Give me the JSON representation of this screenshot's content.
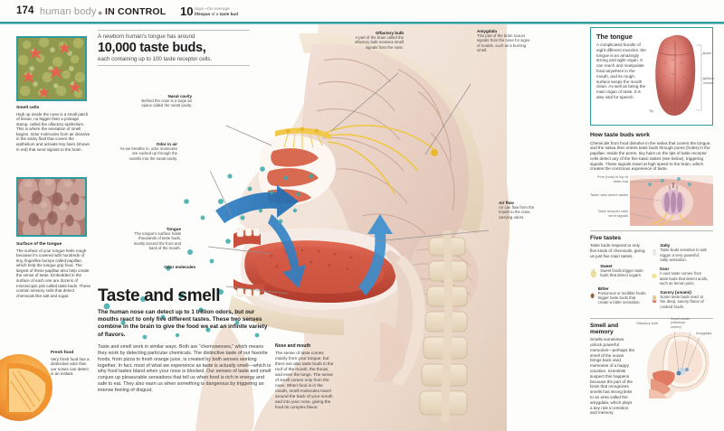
{
  "header": {
    "folio": "174",
    "section": "human body",
    "bullet": "●",
    "subsection": "IN CONTROL",
    "fact_number": "10",
    "fact_line1": "days—the average",
    "fact_line2_a": "lifespan",
    "fact_line2_b": "of a",
    "fact_line2_c": "taste bud"
  },
  "left_column": {
    "photo1": {
      "name": "smell-cells-micrograph",
      "alt": "Micrograph of olfactory epithelium with red hair cells"
    },
    "caption1": {
      "title": "Smell cells",
      "text": "High up inside the nose is a small patch of tissue, no bigger than a postage stamp, called the olfactory epithelium. This is where the sensation of smell begins. Odor molecules from air dissolve in the sticky fluid that covers the epithelium and activate tiny hairs (shown in red) that send signals to the brain."
    },
    "photo2": {
      "name": "tongue-surface-micrograph",
      "alt": "Micrograph of papillae on tongue surface"
    },
    "caption2": {
      "title": "Surface of the tongue",
      "text": "The surface of your tongue feels rough because it's covered with hundreds of tiny, fingerlike bumps called papillae, which help the tongue grip food. The largest of these papillae also help create the sense of taste. Embedded in the surface of each one are dozens of microscopic pits called taste buds. These contain sensory cells that detect chemicals like salt and sugar."
    },
    "caption3": {
      "title": "Fresh food",
      "text": "Very fresh food has a distinctive odor that our noses can detect in an instant."
    }
  },
  "fact_panel": {
    "line1": "A newborn human's tongue has around",
    "big": "10,000 taste buds,",
    "line3": "each containing up to 100 taste receptor cells."
  },
  "diagram_callouts": [
    {
      "id": "olfactory-bulb",
      "title": "Olfactory bulb",
      "text": "A part of the brain called the olfactory bulb receives smell signals from the nose."
    },
    {
      "id": "nasal-cavity",
      "title": "Nasal cavity",
      "text": "Behind the nose is a large air space called the nasal cavity."
    },
    {
      "id": "odor-in-air",
      "title": "Odor in air",
      "text": "As we breathe in, odor molecules are sucked up through the nostrils into the nasal cavity."
    },
    {
      "id": "tongue",
      "title": "Tongue",
      "text": "The tongue's surface holds thousands of taste buds, mostly around the front and back of the mouth."
    },
    {
      "id": "odor-molecules",
      "title": "Odor molecules",
      "text": ""
    },
    {
      "id": "amygdala",
      "title": "Amygdala",
      "text": "This part of the brain scours signals from the nose for signs of trouble, such as a burning smell."
    },
    {
      "id": "air-flow",
      "title": "Air flow",
      "text": "Air can flow from the mouth to the nose, carrying odors."
    }
  ],
  "article": {
    "title": "Taste and smell",
    "standfirst": "The human nose can detect up to 1 trillion odors, but our mouths react to only five different tastes. These two senses combine in the brain to give the food we eat an infinite variety of flavors.",
    "body": "Taste and smell work in similar ways. Both are “chemosenses,” which means they work by detecting particular chemicals. The distinctive taste of our favorite foods, from pizza to fresh orange juice, is created by both senses working together. In fact, most of what we experience as taste is actually smell—which is why food tastes bland when your nose is blocked. Our senses of taste and smell conjure up pleasurable sensations that tell us when food is rich in energy and safe to eat. They also warn us when something is dangerous by triggering an intense feeling of disgust."
  },
  "nose_and_mouth": {
    "title": "Nose and mouth",
    "text": "The sense of taste comes mainly from your tongue, but there are also taste buds in the roof of the mouth, the throat, and even the lungs. The sense of smell comes only from the nose. When food is in the mouth, smell molecules travel around the back of your mouth and into your nose, giving the food its complex flavor."
  },
  "rail": {
    "tongue_box": {
      "title": "The tongue",
      "text": "A complicated bundle of eight different muscles, the tongue is an amazingly strong and agile organ. It can reach and manipulate food anywhere in the mouth, and its rough surface keeps the mouth clean. As well as being the main organ of taste, it is also vital for speech.",
      "figure_labels": [
        "Base",
        "Midline crease",
        "Tip"
      ]
    },
    "taste_buds": {
      "title": "How taste buds work",
      "text": "Chemicals from food dissolve in the saliva that covers the tongue, and the saliva then enters taste buds through pores (holes) in the papillae. Inside the pores, tiny hairs on the tips of taste receptor cells detect any of the five basic tastes (see below), triggering signals. These signals travel at high speed to the brain, which creates the conscious experience of taste.",
      "figure_labels": [
        "Pore (hole) in top of taste bud",
        "Taste hairs detect tastes",
        "Taste receptor cells send signals"
      ]
    },
    "five_tastes": {
      "title": "Five tastes",
      "intro": "Taste buds respond to only five kinds of chemicals, giving us just five main tastes.",
      "items": [
        {
          "name": "Sweet",
          "icon": "pear-icon",
          "text": "Sweet foods trigger taste buds that detect sugars."
        },
        {
          "name": "Salty",
          "icon": "salt-shaker-icon",
          "text": "Taste buds sensitive to salt trigger a very powerful, salty sensation."
        },
        {
          "name": "Bitter",
          "icon": "coffee-bean-icon",
          "text": "Poisonous or inedible foods trigger taste buds that create a bitter sensation."
        },
        {
          "name": "Sour",
          "icon": "lemon-icon",
          "text": "A sour taste comes from taste buds that detect acids, such as lemon juice."
        },
        {
          "name": "Savory (umami)",
          "icon": "fries-icon",
          "text": "Some taste buds react to the deep, savory flavor of cooked foods."
        }
      ]
    },
    "smell_memory": {
      "title": "Smell and memory",
      "text": "Smells sometimes unlock powerful memories—perhaps the smell of the ocean brings back vivid memories of a happy vacation. Scientists suspect this happens because the part of the brain that recognizes smells has strong links to an area called the amygdala, which plays a key role in emotion and memory.",
      "figure_labels": [
        "Olfactory bulb",
        "Smell center (olfactory cortex)",
        "Amygdala"
      ]
    }
  },
  "colors": {
    "teal": "#2e9c9c",
    "ink": "#1d1d1d",
    "body": "#3c3c3c",
    "muted": "#8a8a8a"
  }
}
